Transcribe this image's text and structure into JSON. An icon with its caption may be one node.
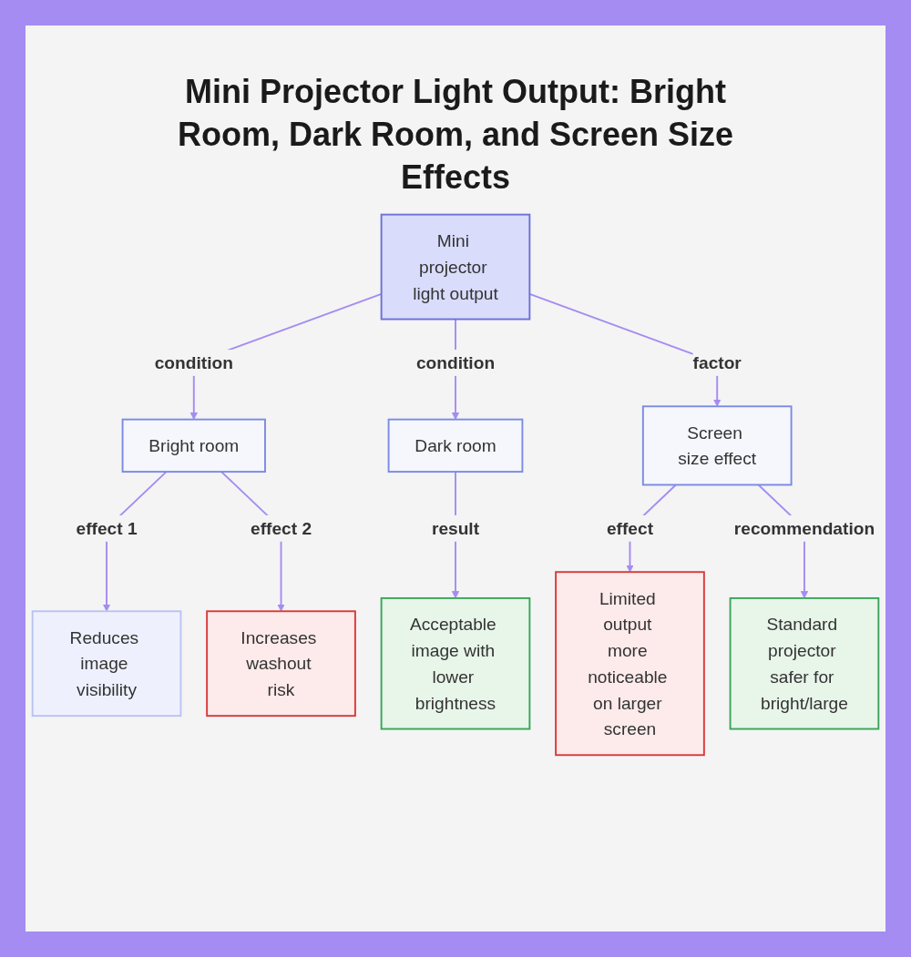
{
  "diagram": {
    "title": "Mini Projector Light Output: Bright Room, Dark Room, and Screen Size Effects",
    "nodes": [
      {
        "text": [
          "Mini projector light output"
        ]
      },
      {
        "text": [
          "Bright room"
        ]
      },
      {
        "text": [
          "Dark room"
        ]
      },
      {
        "text": [
          "Screen size effect"
        ]
      },
      {
        "text": [
          "Reduces image visibility"
        ]
      },
      {
        "text": [
          "Increases washout risk"
        ]
      },
      {
        "text": [
          "Acceptable image with lower brightness"
        ]
      },
      {
        "text": [
          "Limited output more noticeable on larger screen"
        ]
      },
      {
        "text": [
          "Standard projector safer for bright/large"
        ]
      }
    ],
    "edges": [
      {
        "from": 0,
        "to": 1,
        "arrow": "to",
        "label": "condition"
      },
      {
        "from": 0,
        "to": 2,
        "arrow": "to",
        "label": "condition"
      },
      {
        "from": 0,
        "to": 3,
        "arrow": "to",
        "label": "factor"
      },
      {
        "from": 1,
        "to": 4,
        "arrow": "to",
        "label": "effect 1"
      },
      {
        "from": 1,
        "to": 5,
        "arrow": "to",
        "label": "effect 2"
      },
      {
        "from": 2,
        "to": 6,
        "arrow": "to",
        "label": "result"
      },
      {
        "from": 3,
        "to": 7,
        "arrow": "to",
        "label": "effect"
      },
      {
        "from": 3,
        "to": 8,
        "arrow": "to",
        "label": "recommendation"
      }
    ]
  }
}
